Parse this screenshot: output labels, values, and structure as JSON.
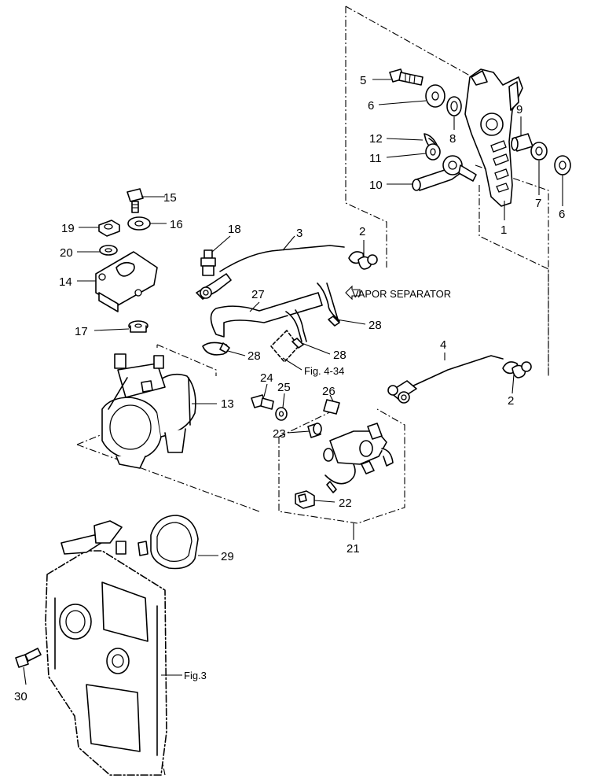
{
  "callouts": {
    "c1": "1",
    "c2a": "2",
    "c2b": "2",
    "c3": "3",
    "c4": "4",
    "c5": "5",
    "c6a": "6",
    "c6b": "6",
    "c7": "7",
    "c8": "8",
    "c9": "9",
    "c10": "10",
    "c11": "11",
    "c12": "12",
    "c13": "13",
    "c14": "14",
    "c15": "15",
    "c16": "16",
    "c17": "17",
    "c18": "18",
    "c19": "19",
    "c20": "20",
    "c21": "21",
    "c22": "22",
    "c23": "23",
    "c24": "24",
    "c25": "25",
    "c26": "26",
    "c27": "27",
    "c28a": "28",
    "c28b": "28",
    "c28c": "28",
    "c29": "29",
    "c30": "30"
  },
  "notes": {
    "vapor": "VAPOR SEPARATOR",
    "fig434": "Fig. 4-34",
    "fig3": "Fig.3"
  }
}
